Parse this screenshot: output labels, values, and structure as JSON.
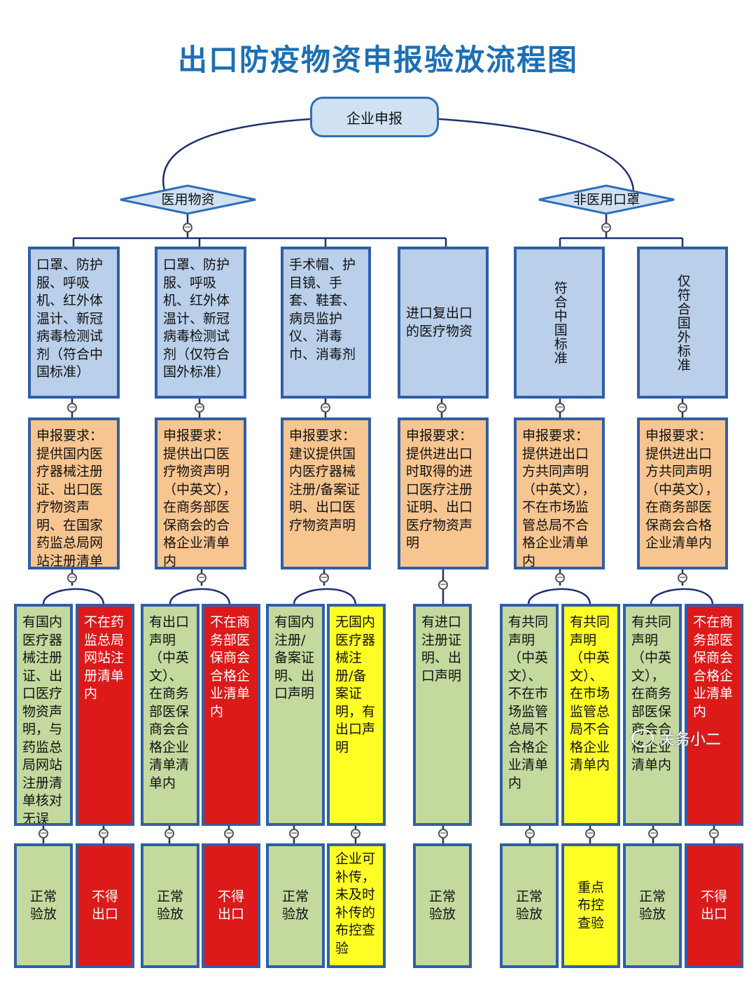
{
  "title": "出口防疫物资申报验放流程图",
  "root": "企业申报",
  "branches": {
    "medical": "医用物资",
    "nonmedical": "非医用口罩"
  },
  "categories": [
    "口罩、防护服、呼吸机、红外体温计、新冠病毒检测试剂（符合中国标准）",
    "口罩、防护服、呼吸机、红外体温计、新冠病毒检测试剂（仅符合国外标准）",
    "手术帽、护目镜、手套、鞋套、病员监护仪、消毒巾、消毒剂",
    "进口复出口的医疗物资",
    "符合中国标准",
    "仅符合国外标准"
  ],
  "requirements": [
    "申报要求：提供国内医疗器械注册证、出口医疗物资声明、在国家药监总局网站注册清单内",
    "申报要求：提供出口医疗物资声明（中英文），在商务部医保商会的合格企业清单内",
    "申报要求：建议提供国内医疗器械注册/备案证明、出口医疗物资声明",
    "申报要求：提供进出口时取得的进口医疗注册证明、出口医疗物资声明",
    "申报要求：提供进出口方共同声明（中英文），不在市场监管总局不合格企业清单内",
    "申报要求：提供进出口方共同声明（中英文），在商务部医保商会合格企业清单内"
  ],
  "conditions": [
    "有国内医疗器械注册证、出口医疗物资声明，与药监总局网站注册清单核对无误",
    "不在药监总局网站注册清单内",
    "有出口声明（中英文）、在商务部医保商会合格企业清单清单内",
    "不在商务部医保商会合格企业清单内",
    "有国内注册/备案证明、出口声明",
    "无国内医疗器械注册/备案证明，有出口声明",
    "有进口注册证明、出口声明",
    "有共同声明（中英文）、不在市场监管总局不合格企业清单内",
    "有共同声明（中英文）、在市场监管总局不合格企业清单内",
    "有共同声明（中英文），在商务部医保商会合格企业清单内",
    "不在商务部医保商会合格企业清单内"
  ],
  "results": [
    "正常验放",
    "不得出口",
    "正常验放",
    "不得出口",
    "正常验放",
    "企业可补传，未及时补传的布控查验",
    "正常验放",
    "正常验放",
    "重点布控查验",
    "正常验放",
    "不得出口"
  ],
  "watermark": "关务小二",
  "colors": {
    "title": "#1b6fb5",
    "border": "#2e5fa8",
    "category": "#b9cfea",
    "requirement": "#f7c590",
    "pass": "#c3d99e",
    "reject": "#dc1a1a",
    "inspect": "#ffff26"
  }
}
